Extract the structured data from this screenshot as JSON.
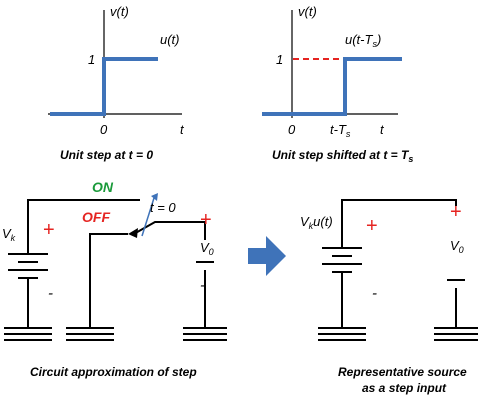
{
  "colors": {
    "signal": "#3f73b9",
    "dashed": "#e52421",
    "plus": "#e52421",
    "on": "#1a9a3a",
    "off": "#e52421",
    "arrow": "#3f73b9"
  },
  "graph_left": {
    "y_axis_label": "v(t)",
    "x_axis_label": "t",
    "signal_label": "u(t)",
    "level_label": "1",
    "origin_label": "0",
    "caption": "Unit step at t = 0"
  },
  "graph_right": {
    "y_axis_label": "v(t)",
    "x_axis_label": "t",
    "signal_label": "u(t-T",
    "signal_label_sub": "s",
    "signal_label_end": ")",
    "level_label": "1",
    "origin_label": "0",
    "shift_label": "t-T",
    "shift_label_sub": "s",
    "caption": "Unit step shifted at t = T",
    "caption_sub": "s"
  },
  "circuit_left": {
    "on_label": "ON",
    "off_label": "OFF",
    "switch_time_label": "t = 0",
    "source_label": "V",
    "source_label_sub": "k",
    "output_label": "V",
    "output_label_sub": "0",
    "plus_sign": "+",
    "minus_sign": "-",
    "caption": "Circuit approximation of step"
  },
  "circuit_right": {
    "source_label": "V",
    "source_label_sub": "k",
    "source_label_end": "u(t)",
    "output_label": "V",
    "output_label_sub": "0",
    "plus_sign": "+",
    "minus_sign": "-",
    "caption_line1": "Representative source",
    "caption_line2": "as a step input"
  },
  "icons": {
    "transition_arrow": "right-arrow-icon",
    "ground": "ground-icon",
    "battery": "battery-icon",
    "switch": "switch-icon"
  }
}
